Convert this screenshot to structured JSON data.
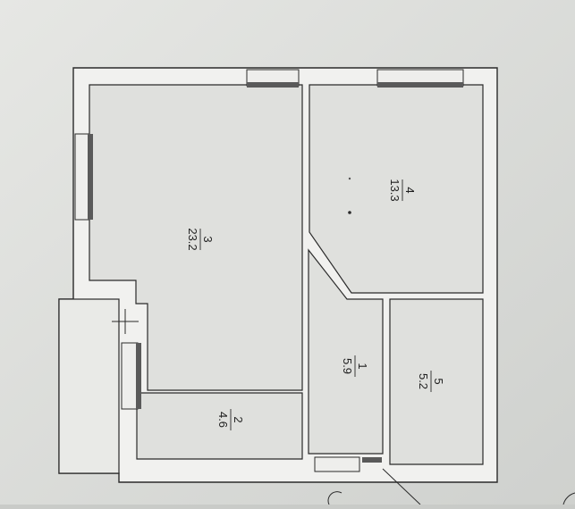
{
  "plan": {
    "rooms": [
      {
        "id": "room-1",
        "number": "1",
        "area": "5.9"
      },
      {
        "id": "room-2",
        "number": "2",
        "area": "4.6"
      },
      {
        "id": "room-3",
        "number": "3",
        "area": "23.2"
      },
      {
        "id": "room-4",
        "number": "4",
        "area": "13.3"
      },
      {
        "id": "room-5",
        "number": "5",
        "area": "5.2"
      }
    ],
    "colors": {
      "background": "#c9cbc8",
      "paper": "#dfe0dd",
      "wall": "#f1f1ef",
      "line": "#2a2a2a",
      "window_glass": "#5a5a5a"
    }
  }
}
